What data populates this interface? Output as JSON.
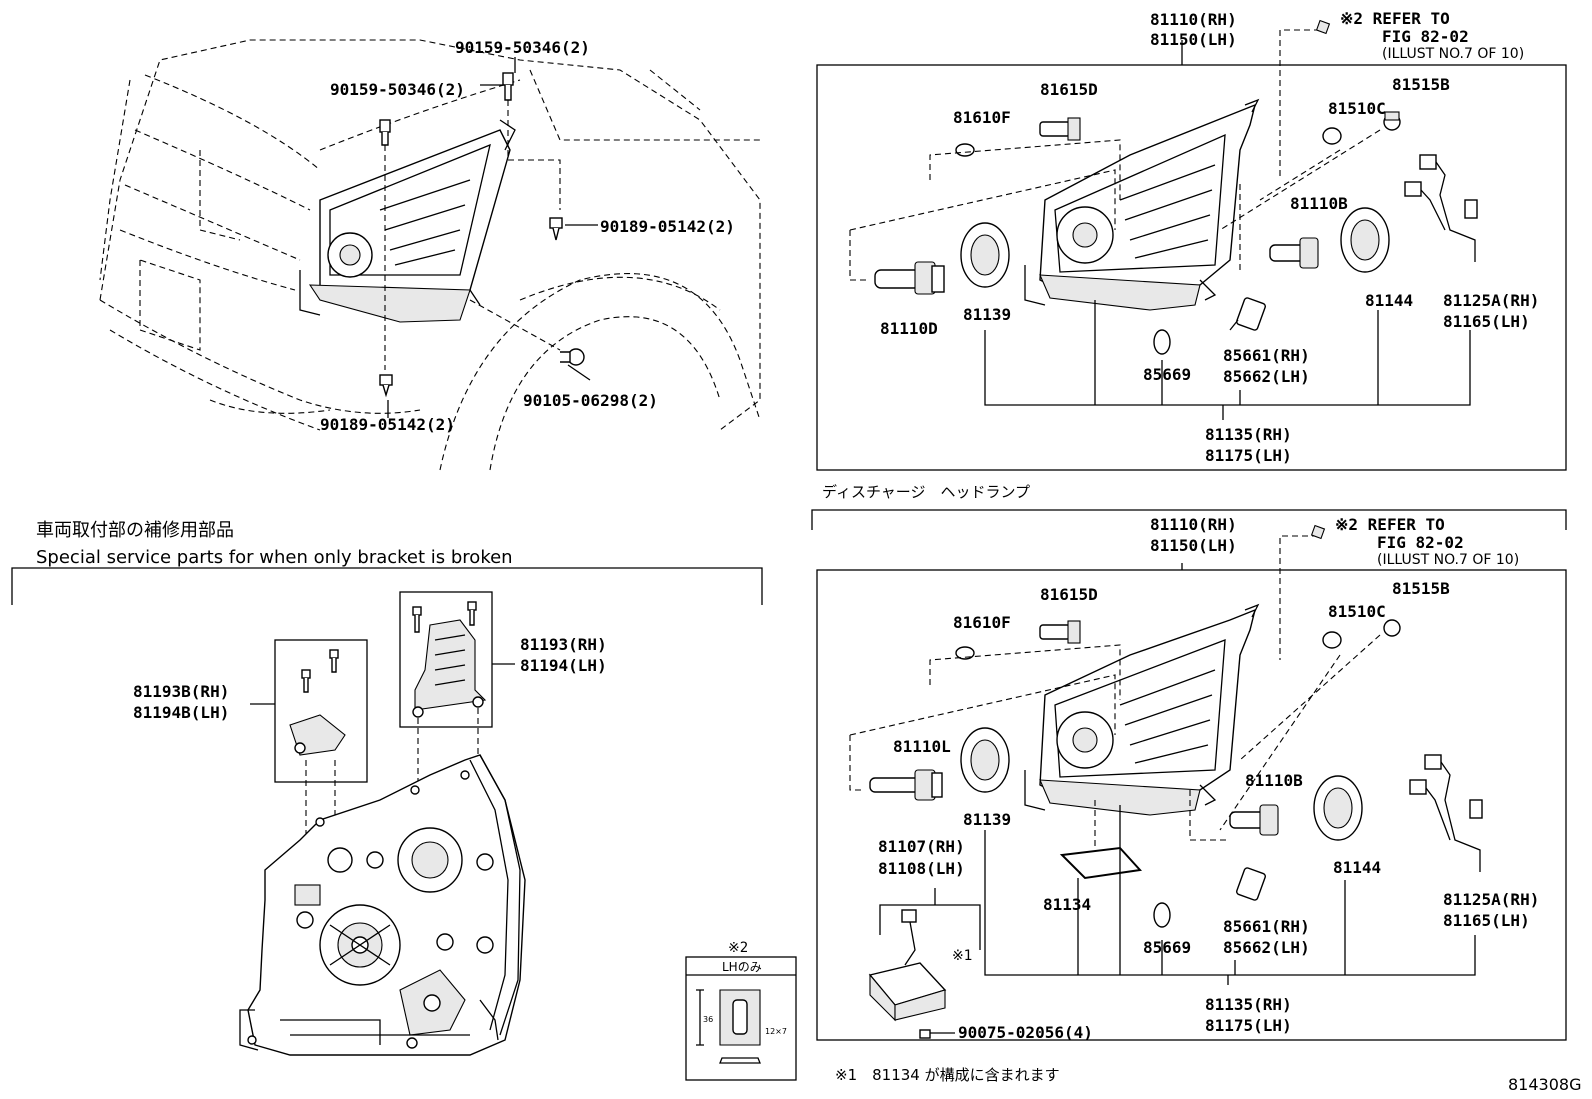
{
  "diagram_code": "814308G",
  "vehicle_callouts": [
    "90159-50346(2)",
    "90159-50346(2)",
    "90189-05142(2)",
    "90105-06298(2)",
    "90189-05142(2)"
  ],
  "section_top_right": {
    "refer_note": [
      "※2 REFER TO",
      "FIG 82-02",
      "(ILLUST NO.7 OF 10)"
    ],
    "labels": [
      "81110(RH)",
      "81150(LH)",
      "81615D",
      "81610F",
      "81515B",
      "81510C",
      "81110B",
      "81110D",
      "81139",
      "81144",
      "81125A(RH)",
      "81165(LH)",
      "85669",
      "85661(RH)",
      "85662(LH)",
      "81135(RH)",
      "81175(LH)"
    ]
  },
  "discharge_title": "ディスチャージ　ヘッドランプ",
  "section_bottom_right": {
    "refer_note": [
      "※2 REFER TO",
      "FIG 82-02",
      "(ILLUST NO.7 OF 10)"
    ],
    "labels": [
      "81110(RH)",
      "81150(LH)",
      "81615D",
      "81610F",
      "81515B",
      "81510C",
      "81110L",
      "81110B",
      "81139",
      "81107(RH)",
      "81108(LH)",
      "81134",
      "85669",
      "85661(RH)",
      "85662(LH)",
      "81144",
      "81125A(RH)",
      "81165(LH)",
      "81135(RH)",
      "81175(LH)",
      "90075-02056(4)",
      "※1"
    ]
  },
  "special_title_jp": "車両取付部の補修用部品",
  "special_title_en": "Special service parts for when only bracket is broken",
  "bracket_labels": [
    "81193(RH)",
    "81194(LH)",
    "81193B(RH)",
    "81194B(LH)"
  ],
  "inset": {
    "mark": "※2",
    "label": "LHのみ",
    "dim_a": "36",
    "dim_b": "12×7"
  },
  "footnote": "※1　81134 が構成に含まれます"
}
